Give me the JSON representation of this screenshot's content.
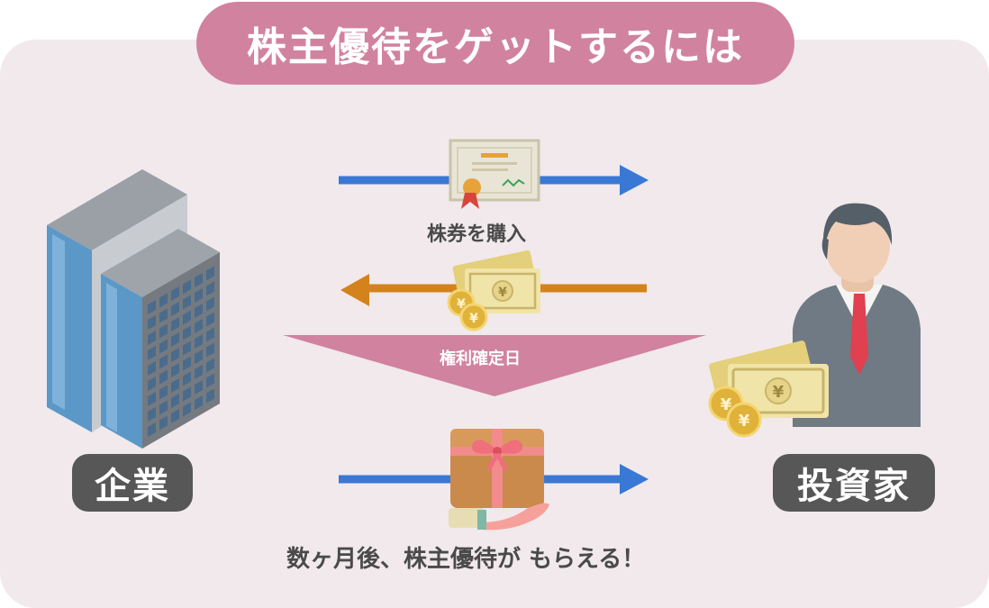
{
  "title": "株主優待をゲットするには",
  "company": {
    "label": "企業"
  },
  "investor": {
    "label": "投資家"
  },
  "flows": {
    "buy_stock": "株券を購入",
    "record_date": "権利確定日",
    "result": "数ヶ月後、株主優待が もらえる！"
  },
  "coin_symbol": "¥",
  "colors": {
    "blue_arrow": "#3a78d6",
    "orange_arrow": "#d4821c",
    "pink": "#d1829f",
    "panel": "#f1e9ec",
    "dark_label": "#575757"
  },
  "icons": [
    "building-icon",
    "businessman-icon",
    "certificate-icon",
    "money-icon",
    "gift-box-icon",
    "cash-in-hand-icon"
  ]
}
